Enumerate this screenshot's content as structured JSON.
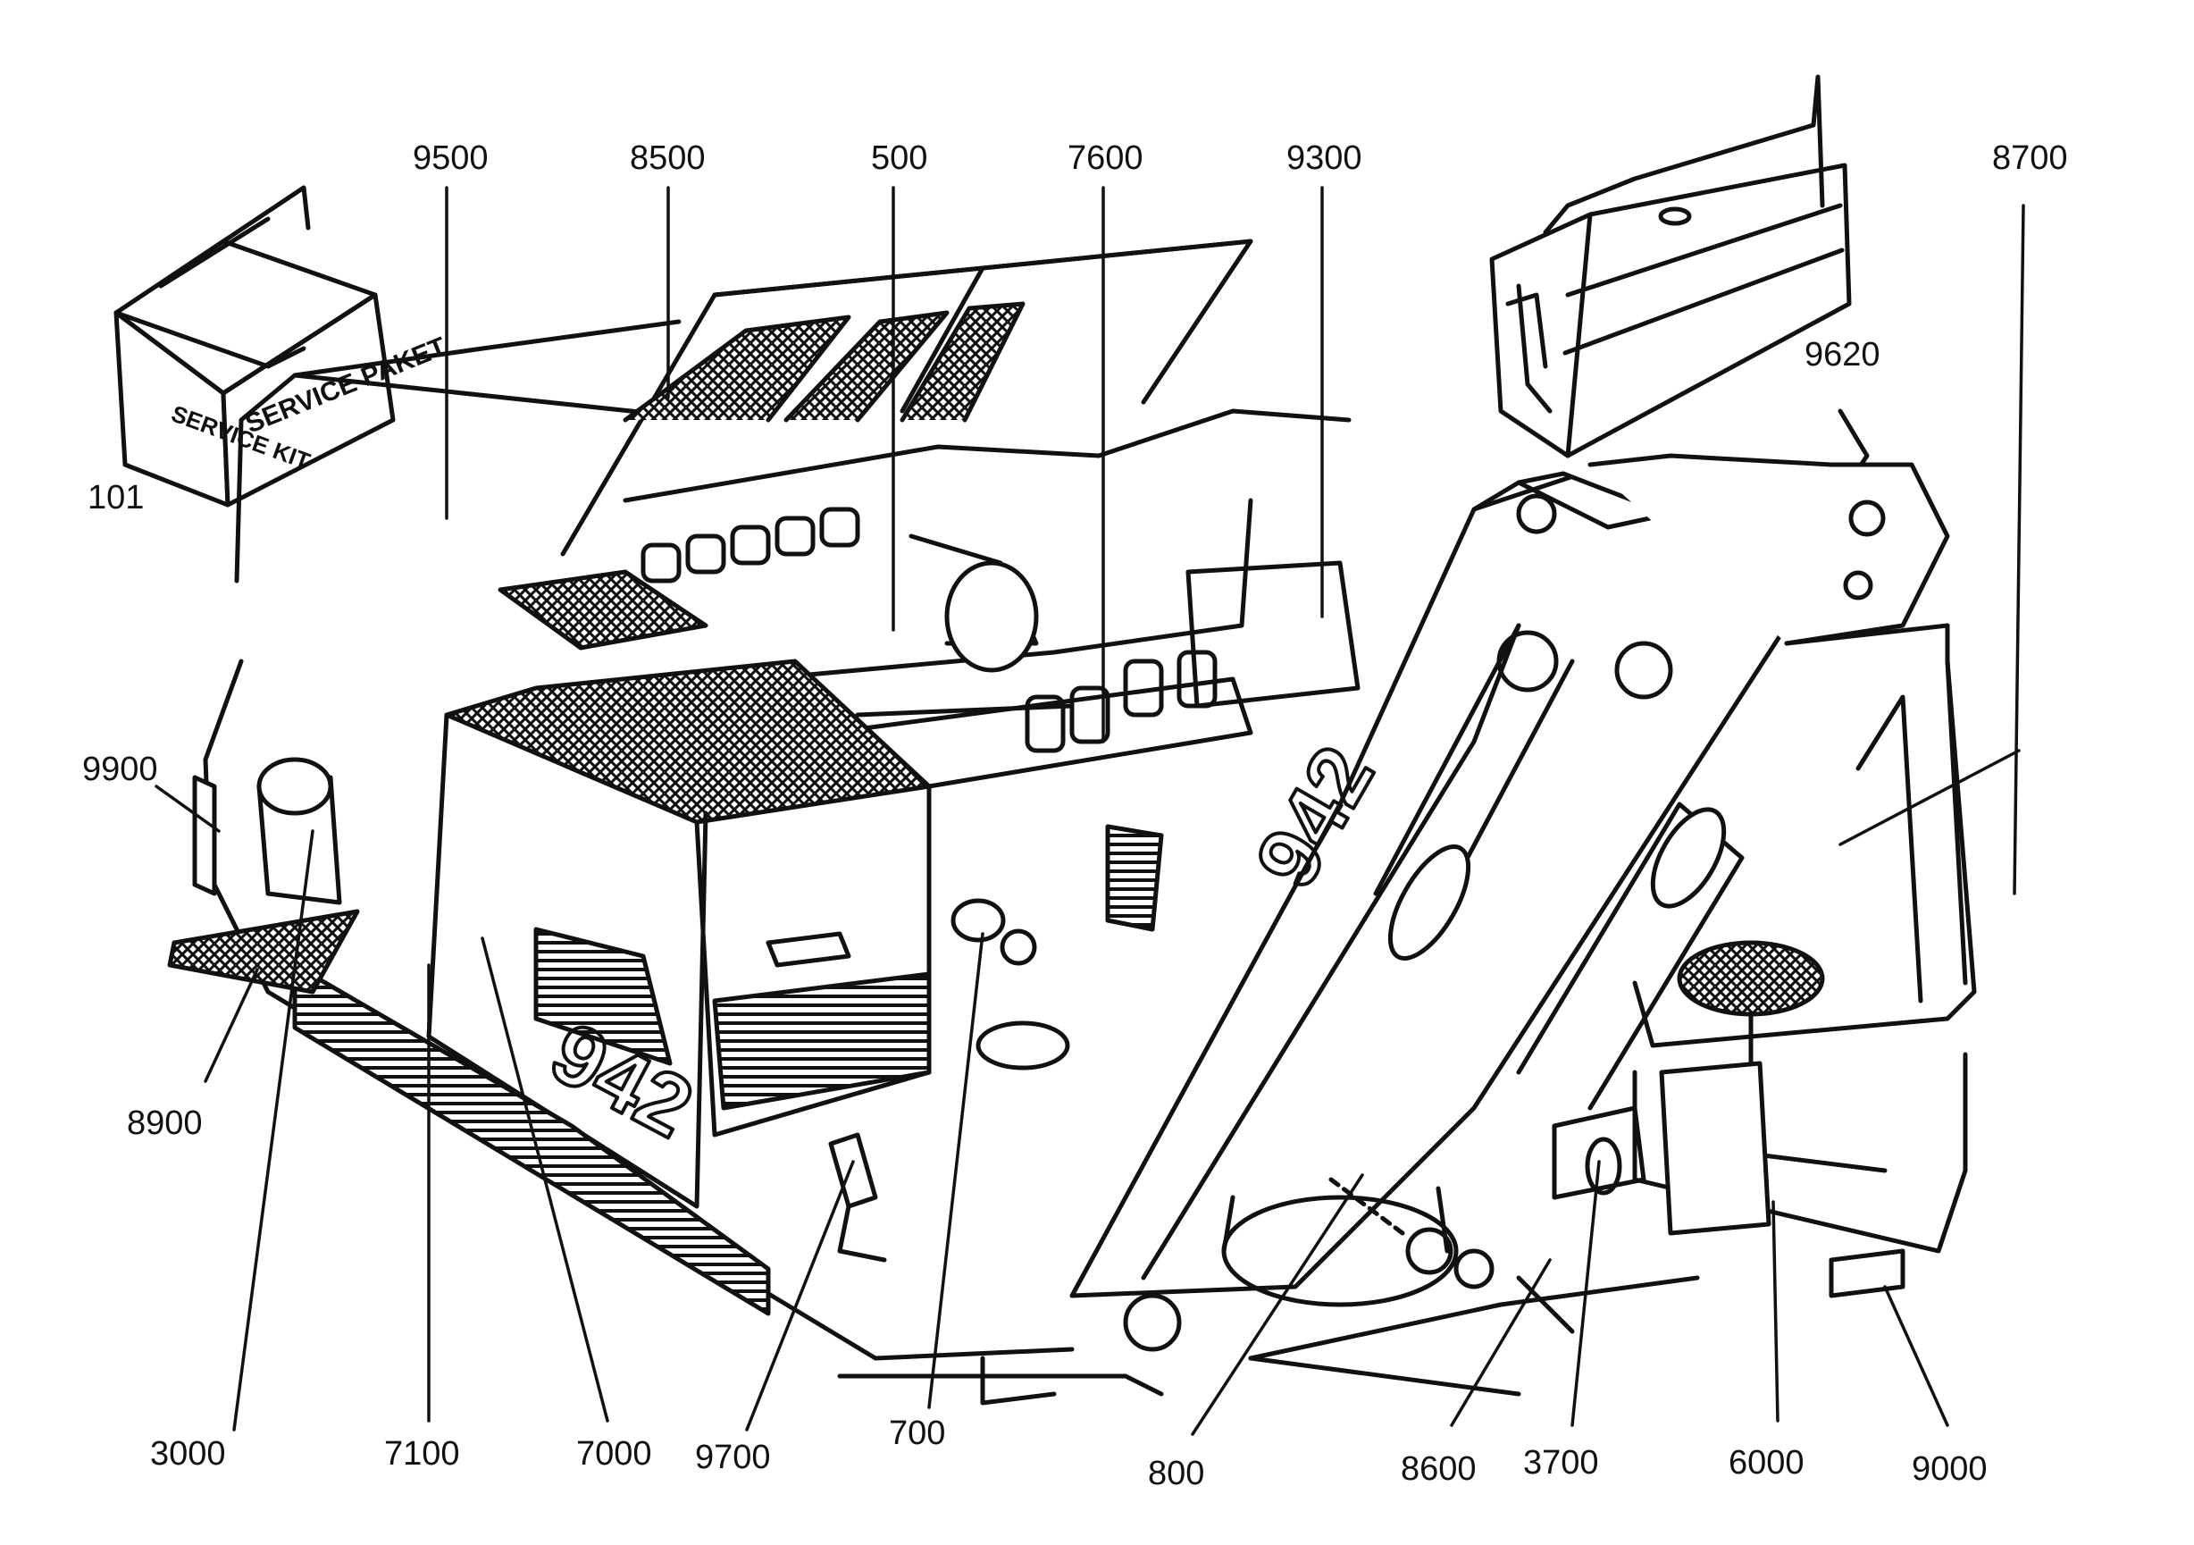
{
  "diagram": {
    "colors": {
      "ink": "#111111",
      "paper": "#ffffff"
    },
    "service_box": {
      "label_left": "SERVICE KIT",
      "label_right": "SERVICE PAKET"
    },
    "machine_marking": "942",
    "callouts": [
      {
        "id": "101",
        "text": "101"
      },
      {
        "id": "9500",
        "text": "9500"
      },
      {
        "id": "8500",
        "text": "8500"
      },
      {
        "id": "500",
        "text": "500"
      },
      {
        "id": "7600",
        "text": "7600"
      },
      {
        "id": "9300",
        "text": "9300"
      },
      {
        "id": "9620",
        "text": "9620"
      },
      {
        "id": "8700",
        "text": "8700"
      },
      {
        "id": "9900",
        "text": "9900"
      },
      {
        "id": "8900",
        "text": "8900"
      },
      {
        "id": "3000",
        "text": "3000"
      },
      {
        "id": "7100",
        "text": "7100"
      },
      {
        "id": "7000",
        "text": "7000"
      },
      {
        "id": "9700",
        "text": "9700"
      },
      {
        "id": "700",
        "text": "700"
      },
      {
        "id": "800",
        "text": "800"
      },
      {
        "id": "8600",
        "text": "8600"
      },
      {
        "id": "3700",
        "text": "3700"
      },
      {
        "id": "6000",
        "text": "6000"
      },
      {
        "id": "9000",
        "text": "9000"
      }
    ]
  }
}
